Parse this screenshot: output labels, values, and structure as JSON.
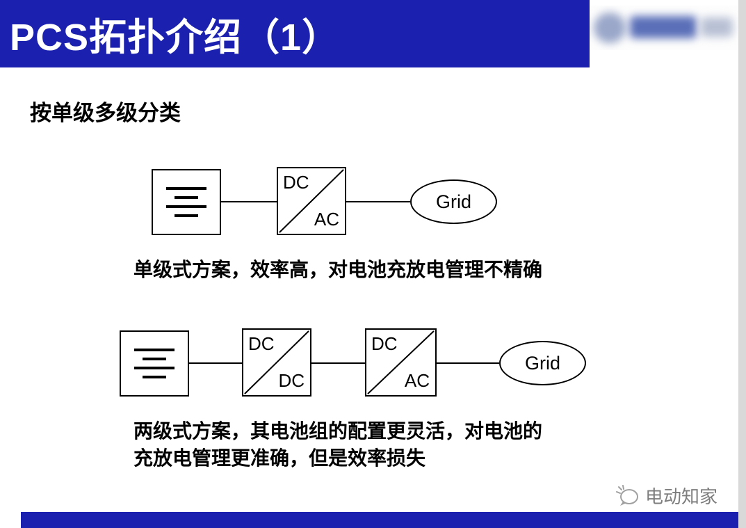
{
  "header": {
    "title": "PCS拓扑介绍（1）"
  },
  "main": {
    "section_heading": "按单级多级分类",
    "single_stage": {
      "converter_dcac": {
        "top_label": "DC",
        "bottom_label": "AC"
      },
      "grid_label": "Grid",
      "caption": "单级式方案，效率高，对电池充放电管理不精确"
    },
    "two_stage": {
      "converter_dcdc": {
        "top_label": "DC",
        "bottom_label": "DC"
      },
      "converter_dcac": {
        "top_label": "DC",
        "bottom_label": "AC"
      },
      "grid_label": "Grid",
      "caption_lines": [
        "两级式方案，其电池组的配置更灵活，对电池的",
        "充放电管理更准确，但是效率损失"
      ]
    }
  },
  "footer": {
    "watermark": "电动知家"
  },
  "icons": {
    "battery": "battery-icon (stacked plates, long/short lines)",
    "watermark": "chat-bubble-icon"
  },
  "colors": {
    "header_blue": "#1b20af",
    "bottom_bar_blue": "#1b20af",
    "side_strip_gray": "#d9d9d9",
    "text_black": "#000000",
    "watermark_gray": "#7d7d7d"
  }
}
